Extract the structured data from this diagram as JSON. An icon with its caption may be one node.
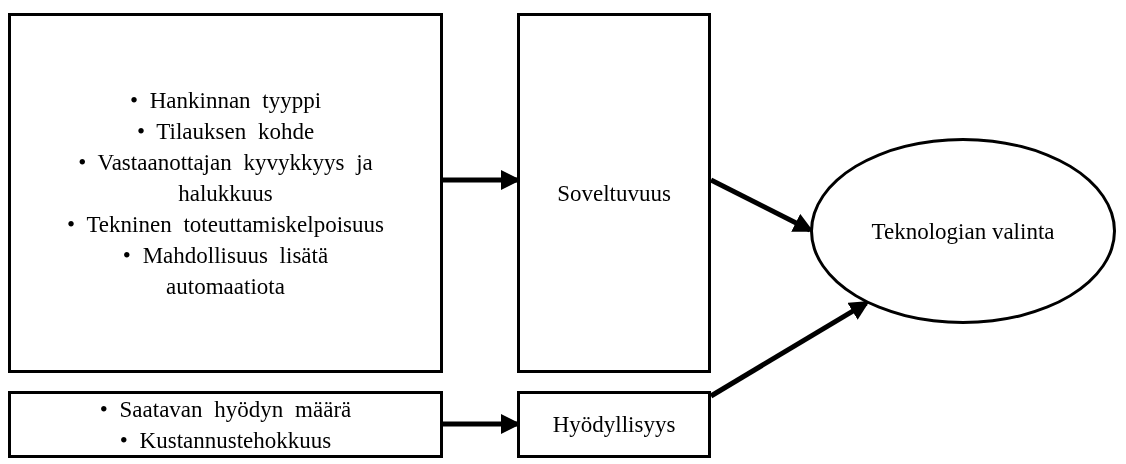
{
  "diagram": {
    "nodes": [
      {
        "text": [
          "• Hankinnan tyyppi",
          "• Tilauksen kohde",
          "• Vastaanottajan kyvykkyys ja halukkuus",
          "• Tekninen toteuttamiskelpoisuus",
          "• Mahdollisuus lisätä automaatiota"
        ]
      },
      {
        "text": [
          "Soveltuvuus"
        ]
      },
      {
        "text": [
          "• Saatavan hyödyn määrä",
          "• Kustannustehokkuus"
        ]
      },
      {
        "text": [
          "Hyödyllisyys"
        ]
      },
      {
        "text": [
          "Teknologian valinta"
        ]
      }
    ],
    "edges": [
      {
        "from": 0,
        "to": 1,
        "arrow": "to"
      },
      {
        "from": 2,
        "to": 3,
        "arrow": "to"
      },
      {
        "from": 1,
        "to": 4,
        "arrow": "to"
      },
      {
        "from": 3,
        "to": 4,
        "arrow": "to"
      }
    ]
  }
}
